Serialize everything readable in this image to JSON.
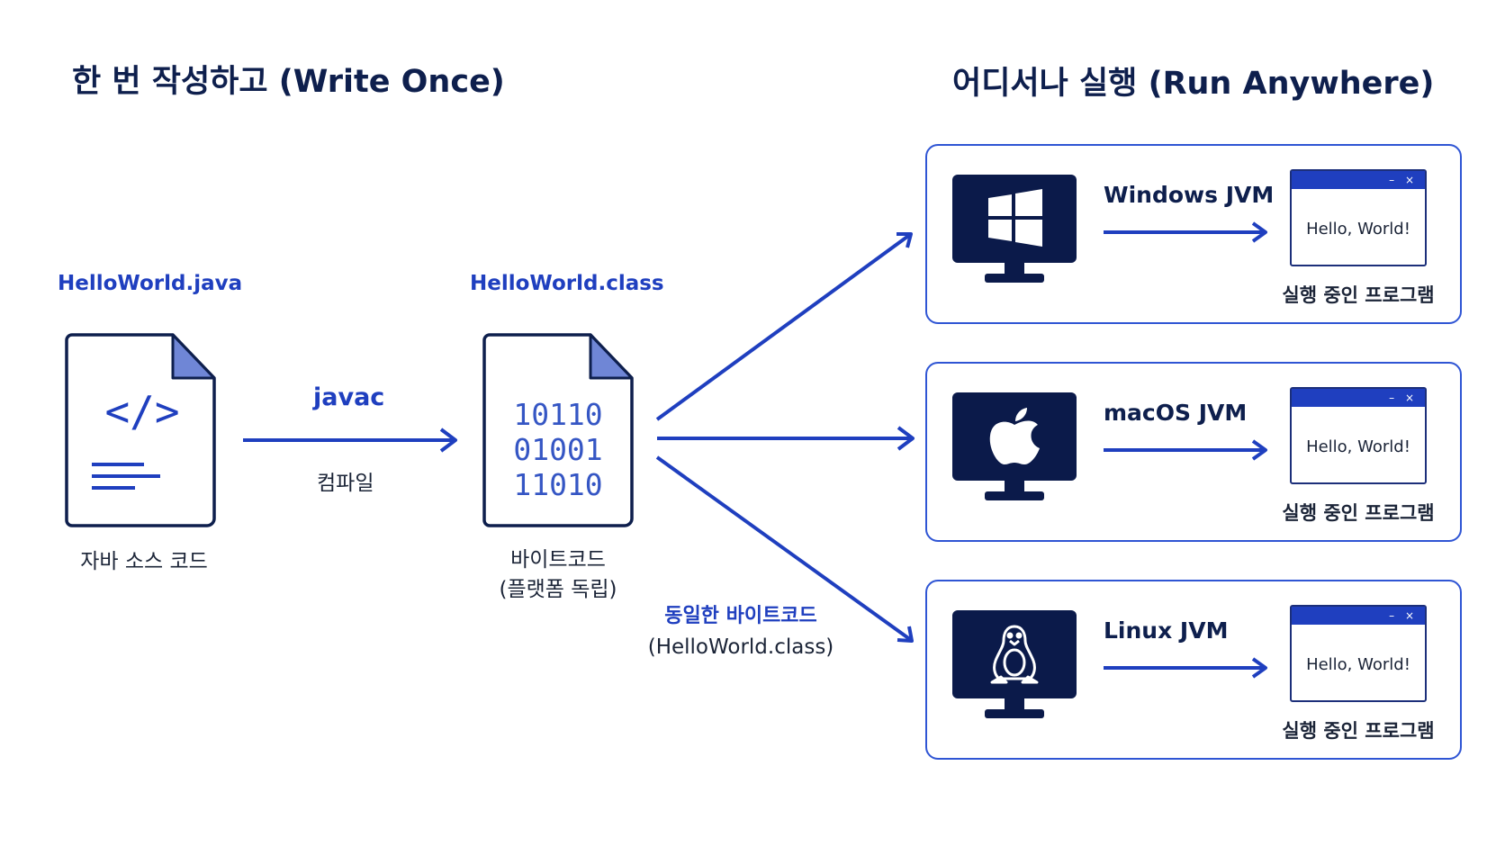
{
  "titles": {
    "write_once": "한 번 작성하고 (Write Once)",
    "run_anywhere": "어디서나 실행 (Run Anywhere)"
  },
  "source": {
    "filename": "HelloWorld.java",
    "icon": "code-file-icon",
    "icon_symbol": "</>",
    "caption": "자바 소스 코드"
  },
  "compile": {
    "command": "javac",
    "caption": "컴파일"
  },
  "bytecode": {
    "filename": "HelloWorld.class",
    "icon": "binary-file-icon",
    "binary_lines": [
      "10110",
      "01001",
      "11010"
    ],
    "caption_line1": "바이트코드",
    "caption_line2": "(플랫폼 독립)"
  },
  "distribution": {
    "label_line1": "동일한 바이트코드",
    "label_line2": "(HelloWorld.class)"
  },
  "platforms": [
    {
      "jvm": "Windows JVM",
      "os_icon": "windows-logo-icon",
      "window_controls": "– ×",
      "window_text": "Hello, World!",
      "status": "실행 중인 프로그램"
    },
    {
      "jvm": "macOS JVM",
      "os_icon": "apple-logo-icon",
      "window_controls": "– ×",
      "window_text": "Hello, World!",
      "status": "실행 중인 프로그램"
    },
    {
      "jvm": "Linux JVM",
      "os_icon": "tux-penguin-icon",
      "window_controls": "– ×",
      "window_text": "Hello, World!",
      "status": "실행 중인 프로그램"
    }
  ],
  "colors": {
    "accent_blue": "#1f3fbf",
    "navy": "#0e1f4d",
    "file_fold": "#6f86d6"
  }
}
